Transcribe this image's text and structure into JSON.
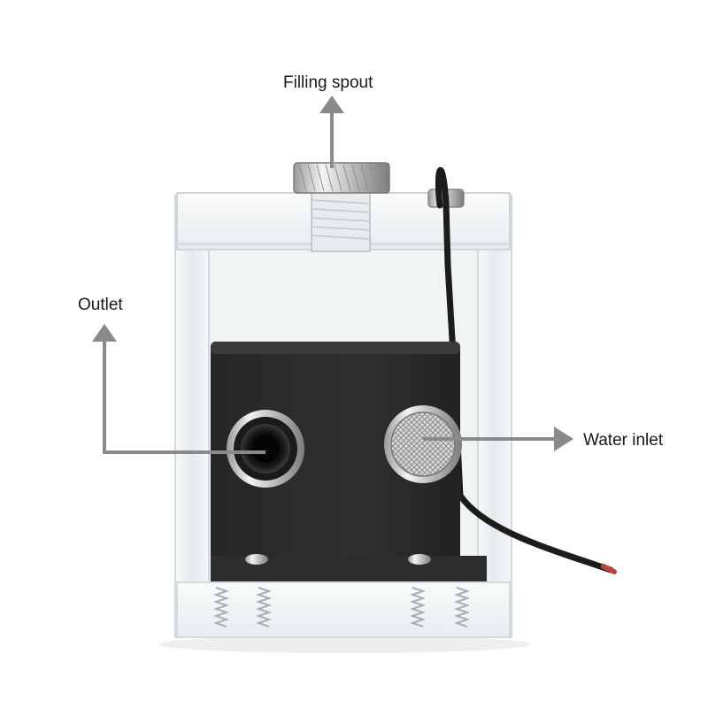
{
  "callouts": {
    "filling_spout": "Filling spout",
    "outlet": "Outlet",
    "water_inlet": "Water inlet"
  },
  "colors": {
    "background": "#ffffff",
    "arrow": "#8a8a8a",
    "pump_body": "#2b2b2b",
    "acrylic": "#e9eef0",
    "cable": "#1c1c1c"
  },
  "icons": [
    "arrow-up-icon",
    "arrow-right-icon"
  ]
}
